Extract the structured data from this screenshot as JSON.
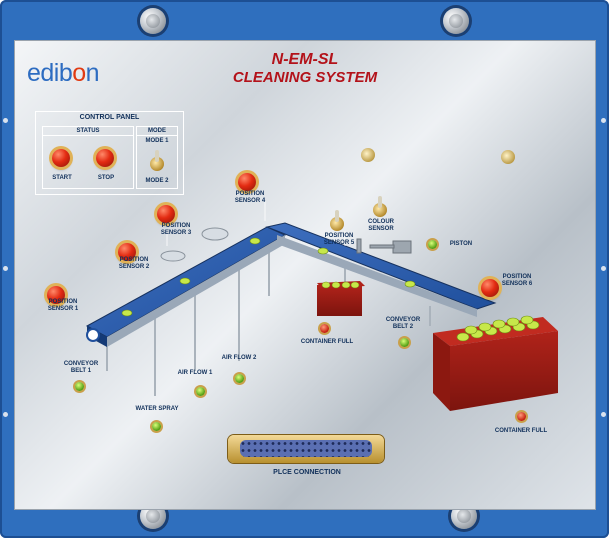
{
  "brand": {
    "logo_part1": "edib",
    "logo_o": "o",
    "logo_part2": "n"
  },
  "title": {
    "line1": "N-EM-SL",
    "line2": "CLEANING SYSTEM"
  },
  "control_panel": {
    "title": "CONTROL PANEL",
    "status_label": "STATUS",
    "mode_label": "MODE",
    "start_label": "START",
    "stop_label": "STOP",
    "mode1_label": "MODE 1",
    "mode2_label": "MODE 2"
  },
  "labels": {
    "position_sensor_1": "POSITION\nSENSOR 1",
    "position_sensor_2": "POSITION\nSENSOR 2",
    "position_sensor_3": "POSITION\nSENSOR 3",
    "position_sensor_4": "POSITION\nSENSOR 4",
    "position_sensor_5": "POSITION\nSENSOR 5",
    "position_sensor_6": "POSITION\nSENSOR 6",
    "colour_sensor": "COLOUR\nSENSOR",
    "piston": "PISTON",
    "container_full_1": "CONTAINER FULL",
    "container_full_2": "CONTAINER FULL",
    "conveyor_belt_1": "CONVEYOR\nBELT 1",
    "conveyor_belt_2": "CONVEYOR\nBELT 2",
    "air_flow_1": "AIR FLOW 1",
    "air_flow_2": "AIR FLOW 2",
    "water_spray": "WATER SPRAY",
    "plce_connection": "PLCE CONNECTION"
  },
  "colors": {
    "frame_blue": "#2f6fbe",
    "title_red": "#b3121a",
    "label_navy": "#11305a",
    "button_red": "#e32b12",
    "led_green": "#4f9b0e",
    "container_red": "#9d1a13"
  }
}
